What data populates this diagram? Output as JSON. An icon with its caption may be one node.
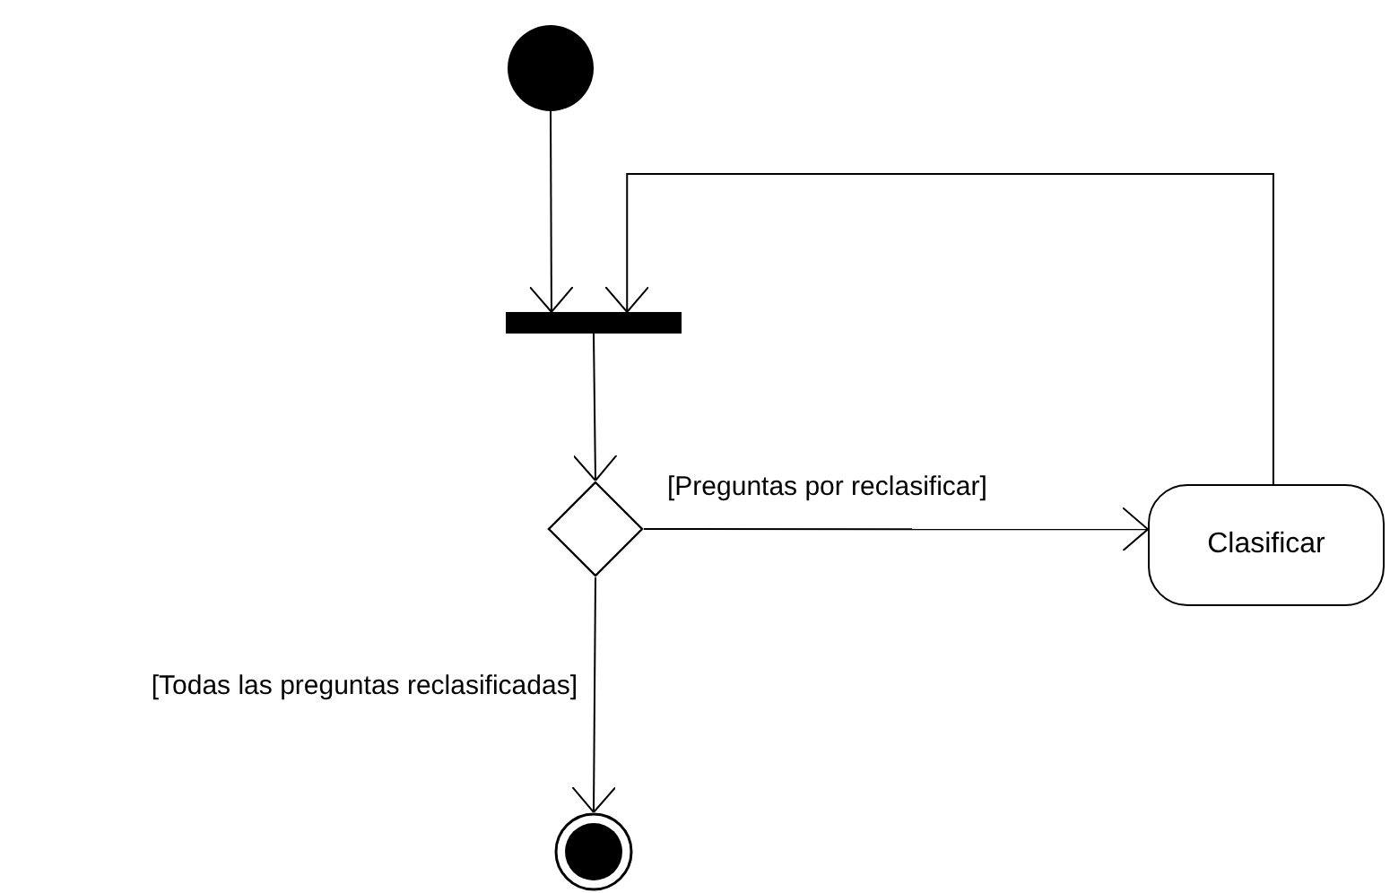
{
  "diagram": {
    "nodes": [
      {
        "text": [],
        "shape": "circle"
      },
      {
        "text": [],
        "shape": "bar"
      },
      {
        "text": [],
        "shape": "diamond"
      },
      {
        "text": [
          "Clasificar"
        ]
      },
      {
        "text": [],
        "shape": "circle"
      }
    ],
    "edges": [
      {
        "from": 0,
        "to": 1,
        "arrow": "to"
      },
      {
        "from": 1,
        "to": 2,
        "arrow": "to"
      },
      {
        "from": 2,
        "to": 3,
        "arrow": "to",
        "label": "[Preguntas por reclasificar]"
      },
      {
        "from": 3,
        "to": 1,
        "arrow": "to"
      },
      {
        "from": 2,
        "to": 4,
        "arrow": "to",
        "label": "[Todas las preguntas reclasificadas]"
      }
    ]
  }
}
